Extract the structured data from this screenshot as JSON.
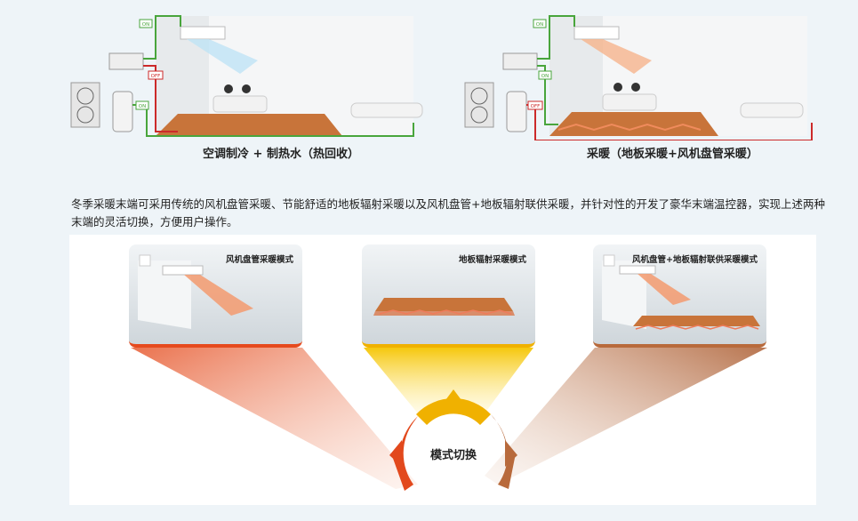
{
  "top": {
    "left_caption": "空调制冷 + 制热水（热回收）",
    "right_caption": "采暖（地板采暖+风机盘管采暖）",
    "left_tags": [
      "ON",
      "OFF",
      "ON"
    ],
    "right_tags": [
      "ON",
      "ON",
      "OFF"
    ]
  },
  "description": "冬季采暖末端可采用传统的风机盘管采暖、节能舒适的地板辐射采暖以及风机盘管+地板辐射联供采暖，并针对性的开发了豪华末端温控器，实现上述两种末端的灵活切换，方便用户操作。",
  "modes": [
    {
      "title": "风机盘管采暖模式",
      "color": "#e64a1e"
    },
    {
      "title": "地板辐射采暖模式",
      "color": "#f0b100"
    },
    {
      "title": "风机盘管+地板辐射联供采暖模式",
      "color": "#b86a3c"
    }
  ],
  "switch": {
    "label": "模式切换"
  }
}
